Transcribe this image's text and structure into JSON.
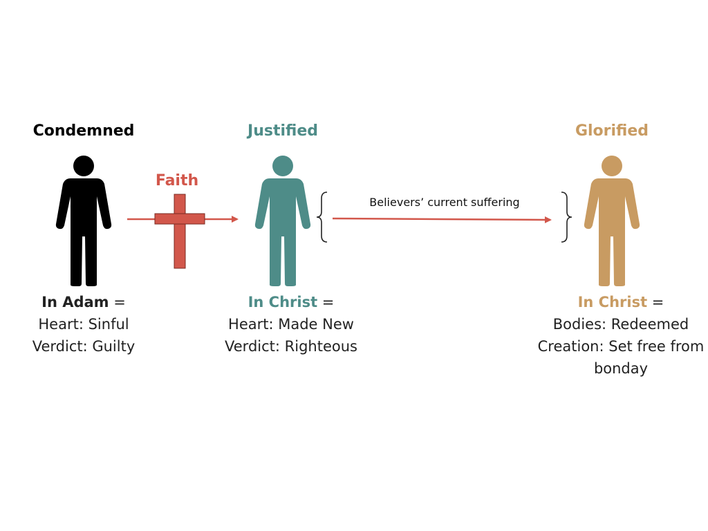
{
  "colors": {
    "condemned": "#000000",
    "justified": "#4E8C88",
    "glorified": "#C89B62",
    "arrow": "#D2574B",
    "cross": "#D2574B",
    "brace": "#222222"
  },
  "stages": [
    {
      "title": "Condemned",
      "caption_head": "In Adam",
      "caption_suffix": " =",
      "caption_lines": [
        "Heart: Sinful",
        "Verdict: Guilty"
      ]
    },
    {
      "title": "Justified",
      "caption_head": "In Christ",
      "caption_suffix": " =",
      "caption_lines": [
        "Heart: Made New",
        "Verdict: Righteous"
      ]
    },
    {
      "title": "Glorified",
      "caption_head": "In Christ",
      "caption_suffix": " =",
      "caption_lines": [
        "Bodies: Redeemed",
        "Creation: Set free from",
        "bonday"
      ]
    }
  ],
  "connectors": {
    "faith_label": "Faith",
    "suffering_label": "Believers’ current suffering"
  },
  "icons": [
    "person-icon",
    "cross-icon",
    "brace-icon",
    "arrow-icon"
  ]
}
